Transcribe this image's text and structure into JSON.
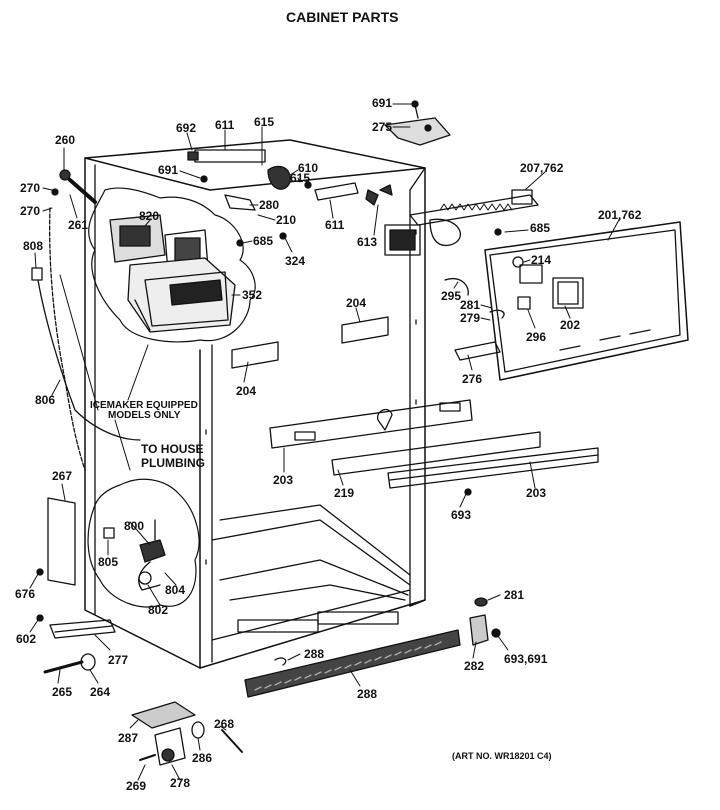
{
  "title": "CABINET PARTS",
  "art_no": "(ART NO. WR18201 C4)",
  "notes": {
    "icemaker_line1": "ICEMAKER EQUIPPED",
    "icemaker_line2": "MODELS ONLY",
    "plumbing_line1": "TO HOUSE",
    "plumbing_line2": "PLUMBING"
  },
  "callouts": {
    "c691_top": "691",
    "c275": "275",
    "c692": "692",
    "c611_top": "611",
    "c615_top": "615",
    "c610": "610",
    "c691_mid": "691",
    "c615_mid": "615",
    "c280": "280",
    "c210": "210",
    "c611_mid": "611",
    "c613": "613",
    "c207_762": "207,762",
    "c685_right": "685",
    "c201_762": "201,762",
    "c260": "260",
    "c270_a": "270",
    "c270_b": "270",
    "c261": "261",
    "c820": "820",
    "c685_mid": "685",
    "c324": "324",
    "c808": "808",
    "c352": "352",
    "c214": "214",
    "c295": "295",
    "c281_mid": "281",
    "c279": "279",
    "c202": "202",
    "c296": "296",
    "c276": "276",
    "c204_right": "204",
    "c204_left": "204",
    "c806": "806",
    "c203_left": "203",
    "c219": "219",
    "c203_right": "203",
    "c693": "693",
    "c267": "267",
    "c800": "800",
    "c805": "805",
    "c804": "804",
    "c802": "802",
    "c676": "676",
    "c602": "602",
    "c281_low": "281",
    "c282": "282",
    "c693_691": "693,691",
    "c277": "277",
    "c288_a": "288",
    "c288_b": "288",
    "c265": "265",
    "c264": "264",
    "c287": "287",
    "c268": "268",
    "c286": "286",
    "c269": "269",
    "c278": "278"
  }
}
